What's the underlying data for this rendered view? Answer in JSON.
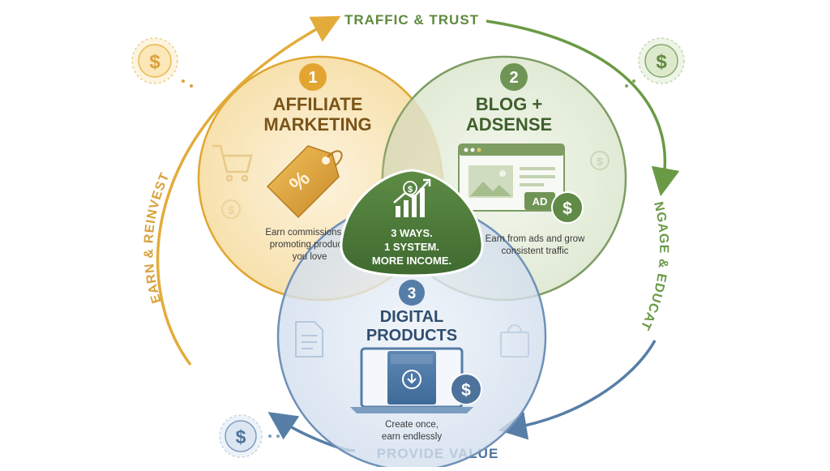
{
  "cycle": {
    "top_label": "TRAFFIC & TRUST",
    "right_label": "ENGAGE & EDUCATE",
    "bottom_label": "PROVIDE VALUE",
    "left_label": "EARN & REINVEST"
  },
  "circles": [
    {
      "number": "1",
      "title_line1": "AFFILIATE",
      "title_line2": "MARKETING",
      "desc_line1": "Earn commissions by",
      "desc_line2": "promoting products",
      "desc_line3": "you love",
      "color": "#e0a631",
      "tag_symbol": "%"
    },
    {
      "number": "2",
      "title_line1": "BLOG +",
      "title_line2": "ADSENSE",
      "desc_line1": "Earn from ads and grow",
      "desc_line2": "consistent traffic",
      "color": "#6f9556",
      "ad_badge": "AD"
    },
    {
      "number": "3",
      "title_line1": "DIGITAL",
      "title_line2": "PRODUCTS",
      "desc_line1": "Create once,",
      "desc_line2": "earn endlessly",
      "color": "#567da8"
    }
  ],
  "center": {
    "line1": "3 WAYS.",
    "line2": "1 SYSTEM.",
    "line3": "MORE INCOME.",
    "color": "#4f7d3c"
  },
  "currency_symbol": "$"
}
